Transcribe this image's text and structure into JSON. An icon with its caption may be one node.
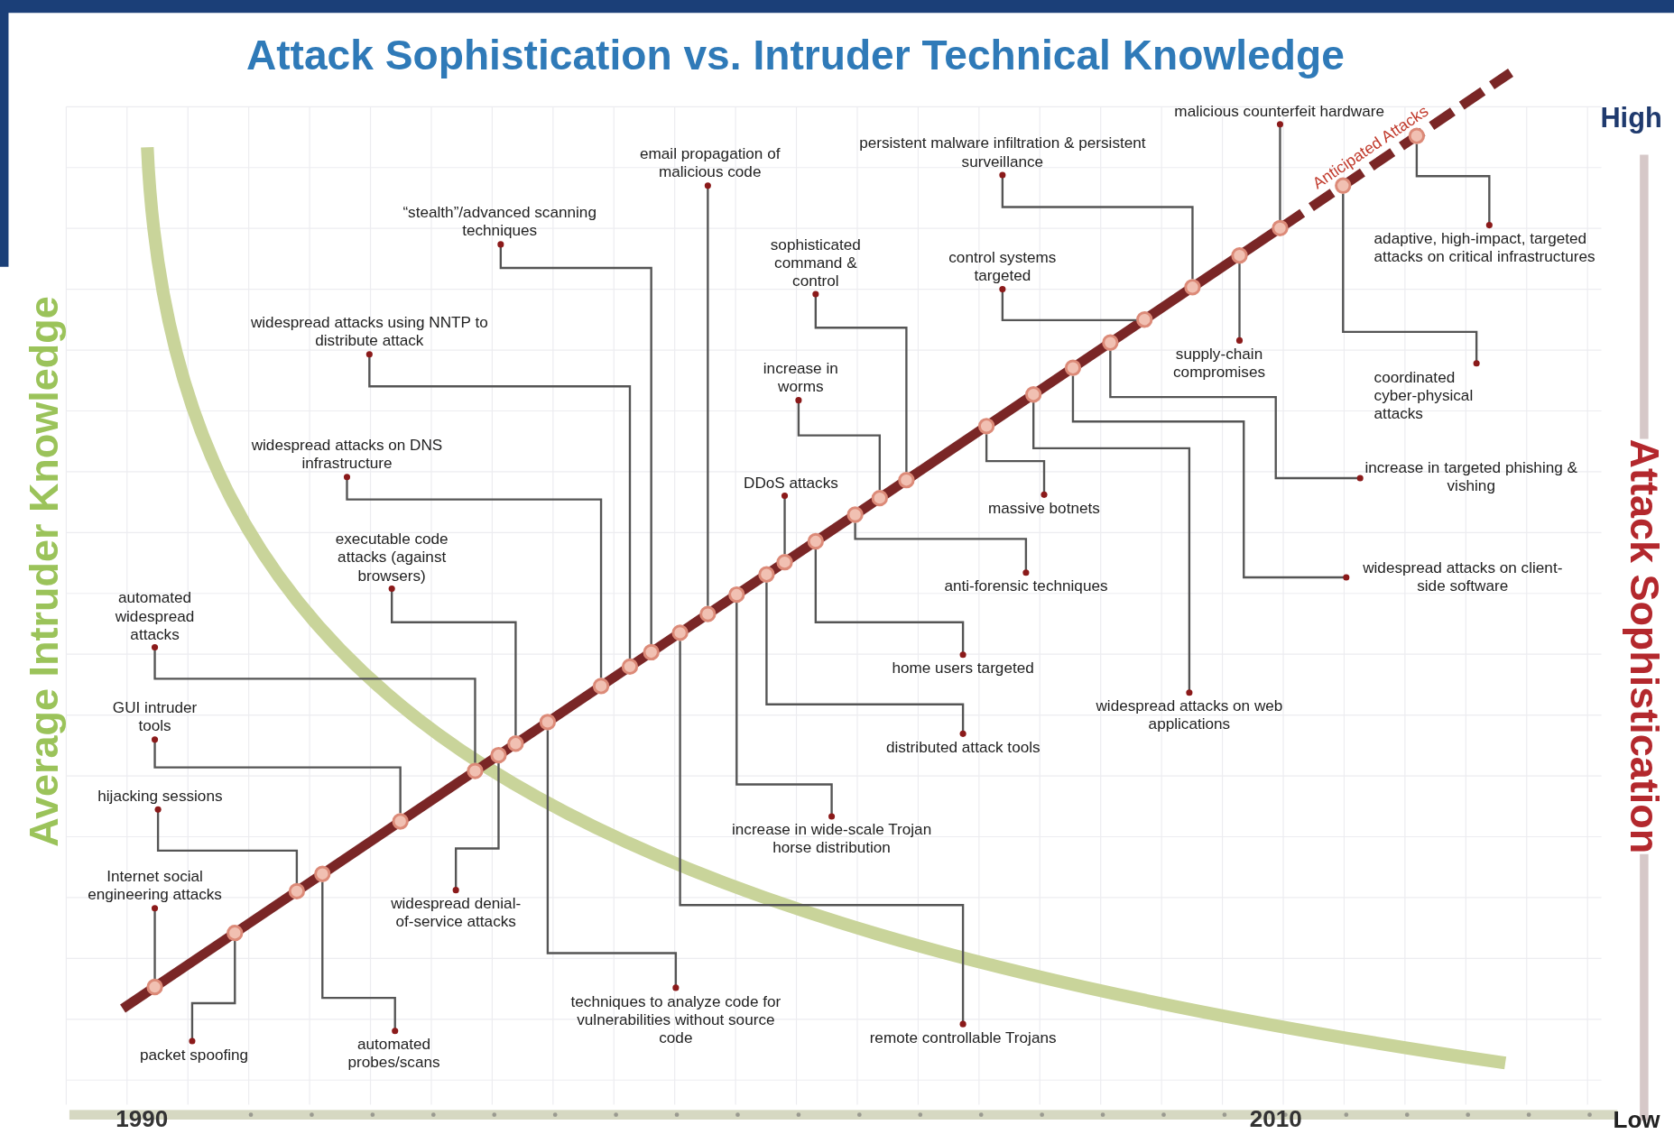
{
  "diagram": {
    "title": "Attack Sophistication vs. Intruder Technical Knowledge",
    "nodes": [
      {
        "text": [
          "Internet social engineering attacks"
        ]
      },
      {
        "text": [
          "packet spoofing"
        ]
      },
      {
        "text": [
          "hijacking sessions"
        ]
      },
      {
        "text": [
          "automated probes/scans"
        ]
      },
      {
        "text": [
          "GUI intruder tools"
        ]
      },
      {
        "text": [
          "automated widespread attacks"
        ]
      },
      {
        "text": [
          "widespread denial-of-service attacks"
        ]
      },
      {
        "text": [
          "executable code attacks (against browsers)"
        ]
      },
      {
        "text": [
          "techniques to analyze code for vulnerabilities without source code"
        ]
      },
      {
        "text": [
          "widespread attacks on DNS infrastructure"
        ]
      },
      {
        "text": [
          "widespread attacks using NNTP to distribute attack"
        ]
      },
      {
        "text": [
          "“stealth”/advanced scanning techniques"
        ]
      },
      {
        "text": [
          "remote controllable Trojans"
        ]
      },
      {
        "text": [
          "email propagation of malicious code"
        ]
      },
      {
        "text": [
          "increase in wide-scale Trojan horse distribution"
        ]
      },
      {
        "text": [
          "distributed attack tools"
        ]
      },
      {
        "text": [
          "DDoS attacks"
        ]
      },
      {
        "text": [
          "home users targeted"
        ]
      },
      {
        "text": [
          "anti-forensic techniques"
        ]
      },
      {
        "text": [
          "increase in worms"
        ]
      },
      {
        "text": [
          "sophisticated command & control"
        ]
      },
      {
        "text": [
          "massive botnets"
        ]
      },
      {
        "text": [
          "widespread attacks on web applications"
        ]
      },
      {
        "text": [
          "widespread attacks on client-side software"
        ]
      },
      {
        "text": [
          "increase in targeted phishing & vishing"
        ]
      },
      {
        "text": [
          "control systems targeted"
        ]
      },
      {
        "text": [
          "persistent malware infiltration & persistent surveillance"
        ]
      },
      {
        "text": [
          "supply-chain compromises"
        ]
      },
      {
        "text": [
          "malicious counterfeit hardware"
        ]
      },
      {
        "text": [
          "coordinated cyber-physical attacks"
        ]
      },
      {
        "text": [
          "adaptive, high-impact, targeted attacks on critical infrastructures"
        ]
      },
      {
        "text": [],
        "shape": "circle"
      },
      {
        "text": [],
        "shape": "circle"
      },
      {
        "text": [],
        "shape": "circle"
      },
      {
        "text": [],
        "shape": "circle"
      },
      {
        "text": [],
        "shape": "circle"
      },
      {
        "text": [],
        "shape": "circle"
      },
      {
        "text": [],
        "shape": "circle"
      },
      {
        "text": [],
        "shape": "circle"
      },
      {
        "text": [],
        "shape": "circle"
      },
      {
        "text": [],
        "shape": "circle"
      },
      {
        "text": [],
        "shape": "circle"
      },
      {
        "text": [],
        "shape": "circle"
      },
      {
        "text": [],
        "shape": "circle"
      },
      {
        "text": [],
        "shape": "circle"
      },
      {
        "text": [],
        "shape": "circle"
      },
      {
        "text": [],
        "shape": "circle"
      },
      {
        "text": [],
        "shape": "circle"
      },
      {
        "text": [],
        "shape": "circle"
      },
      {
        "text": [],
        "shape": "circle"
      },
      {
        "text": [],
        "shape": "circle"
      },
      {
        "text": [],
        "shape": "circle"
      },
      {
        "text": [],
        "shape": "circle"
      },
      {
        "text": [],
        "shape": "circle"
      },
      {
        "text": [],
        "shape": "circle"
      },
      {
        "text": [],
        "shape": "circle"
      },
      {
        "text": [],
        "shape": "circle"
      },
      {
        "text": [],
        "shape": "circle"
      },
      {
        "text": [],
        "shape": "circle"
      },
      {
        "text": [],
        "shape": "circle"
      },
      {
        "text": [],
        "shape": "circle"
      },
      {
        "text": [],
        "shape": "circle"
      }
    ],
    "edges": [
      {
        "from": 0,
        "to": 31,
        "arrow": "other"
      },
      {
        "from": 1,
        "to": 32,
        "arrow": "other"
      },
      {
        "from": 2,
        "to": 33,
        "arrow": "other"
      },
      {
        "from": 3,
        "to": 34,
        "arrow": "other"
      },
      {
        "from": 4,
        "to": 35,
        "arrow": "other"
      },
      {
        "from": 5,
        "to": 36,
        "arrow": "other"
      },
      {
        "from": 6,
        "to": 37,
        "arrow": "other"
      },
      {
        "from": 7,
        "to": 38,
        "arrow": "other"
      },
      {
        "from": 8,
        "to": 39,
        "arrow": "other"
      },
      {
        "from": 9,
        "to": 40,
        "arrow": "other"
      },
      {
        "from": 10,
        "to": 41,
        "arrow": "other"
      },
      {
        "from": 11,
        "to": 42,
        "arrow": "other"
      },
      {
        "from": 12,
        "to": 43,
        "arrow": "other"
      },
      {
        "from": 13,
        "to": 44,
        "arrow": "other"
      },
      {
        "from": 14,
        "to": 45,
        "arrow": "other"
      },
      {
        "from": 15,
        "to": 46,
        "arrow": "other"
      },
      {
        "from": 16,
        "to": 47,
        "arrow": "other"
      },
      {
        "from": 17,
        "to": 48,
        "arrow": "other"
      },
      {
        "from": 18,
        "to": 49,
        "arrow": "other"
      },
      {
        "from": 19,
        "to": 50,
        "arrow": "other"
      },
      {
        "from": 20,
        "to": 51,
        "arrow": "other"
      },
      {
        "from": 21,
        "to": 52,
        "arrow": "other"
      },
      {
        "from": 22,
        "to": 53,
        "arrow": "other"
      },
      {
        "from": 23,
        "to": 54,
        "arrow": "other"
      },
      {
        "from": 24,
        "to": 55,
        "arrow": "other"
      },
      {
        "from": 25,
        "to": 56,
        "arrow": "other"
      },
      {
        "from": 26,
        "to": 57,
        "arrow": "other"
      },
      {
        "from": 27,
        "to": 58,
        "arrow": "other"
      },
      {
        "from": 28,
        "to": 59,
        "arrow": "other"
      },
      {
        "from": 29,
        "to": 60,
        "arrow": "other"
      },
      {
        "from": 30,
        "to": 61,
        "arrow": "other"
      }
    ],
    "labels": [
      "Average Intruder Knowledge",
      "High",
      "Attack Sophistication",
      "Anticipated Attacks",
      "1990",
      "2010",
      "Low"
    ]
  }
}
